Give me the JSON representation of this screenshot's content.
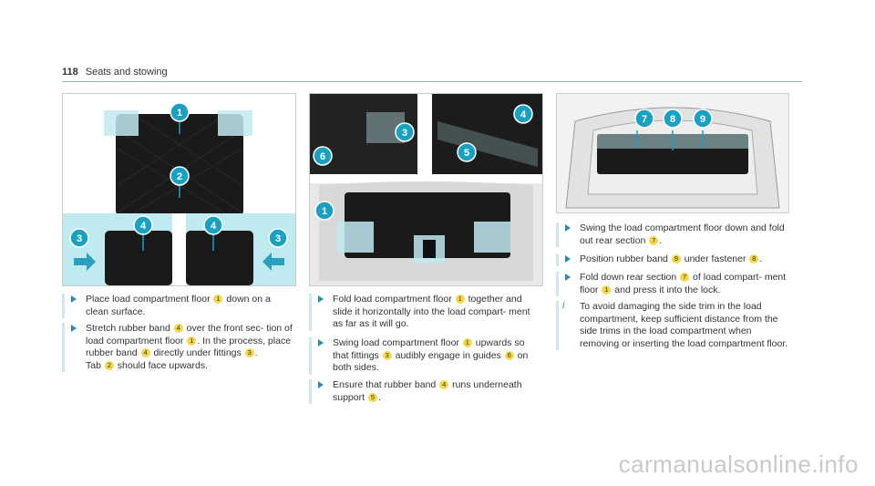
{
  "header": {
    "page_number": "118",
    "section": "Seats and stowing"
  },
  "images": {
    "a": {
      "callouts": [
        "1",
        "2",
        "3",
        "4",
        "4",
        "3"
      ]
    },
    "b": {
      "callouts": [
        "3",
        "6",
        "4",
        "5",
        "1"
      ]
    },
    "c": {
      "callouts": [
        "7",
        "8",
        "9"
      ]
    }
  },
  "col1": {
    "s1": {
      "a": "Place load compartment floor ",
      "n1": "1",
      "b": " down on a clean surface."
    },
    "s2": {
      "a": "Stretch rubber band ",
      "n1": "4",
      "b": " over the front sec- tion of load compartment floor ",
      "n2": "1",
      "c": ". In the process, place rubber band ",
      "n3": "4",
      "d": " directly under fittings ",
      "n4": "3",
      "e": ".",
      "f": "Tab ",
      "n5": "2",
      "g": " should face upwards."
    }
  },
  "col2": {
    "s1": {
      "a": "Fold load compartment floor ",
      "n1": "1",
      "b": " together and slide it horizontally into the load compart- ment as far as it will go."
    },
    "s2": {
      "a": "Swing load compartment floor ",
      "n1": "1",
      "b": " upwards so that fittings ",
      "n2": "3",
      "c": " audibly engage in guides ",
      "n3": "6",
      "d": " on both sides."
    },
    "s3": {
      "a": "Ensure that rubber band ",
      "n1": "4",
      "b": " runs underneath support ",
      "n2": "5",
      "c": "."
    }
  },
  "col3": {
    "s1": {
      "a": "Swing the load compartment floor down and fold out rear section ",
      "n1": "7",
      "b": "."
    },
    "s2": {
      "a": "Position rubber band ",
      "n1": "9",
      "b": " under fastener ",
      "n2": "8",
      "c": "."
    },
    "s3": {
      "a": "Fold down rear section ",
      "n1": "7",
      "b": " of load compart- ment floor ",
      "n2": "1",
      "c": " and press it into the lock."
    },
    "note": {
      "icon": "i",
      "text": "To avoid damaging the side trim in the load compartment, keep sufficient distance from the side trims in the load compartment when removing or inserting the load compartment floor."
    }
  },
  "watermark": "carmanualsonline.info"
}
